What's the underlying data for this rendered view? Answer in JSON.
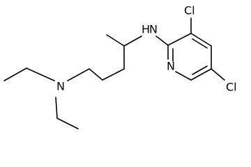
{
  "molecule": {
    "atoms": {
      "amine_n": "N",
      "nh_n": "H",
      "nh_h": "N",
      "ring_n": "N",
      "cl_top": "Cl",
      "cl_right": "Cl"
    },
    "colors": {
      "bond": "#000000",
      "label": "#000000",
      "background": "#ffffff"
    }
  }
}
